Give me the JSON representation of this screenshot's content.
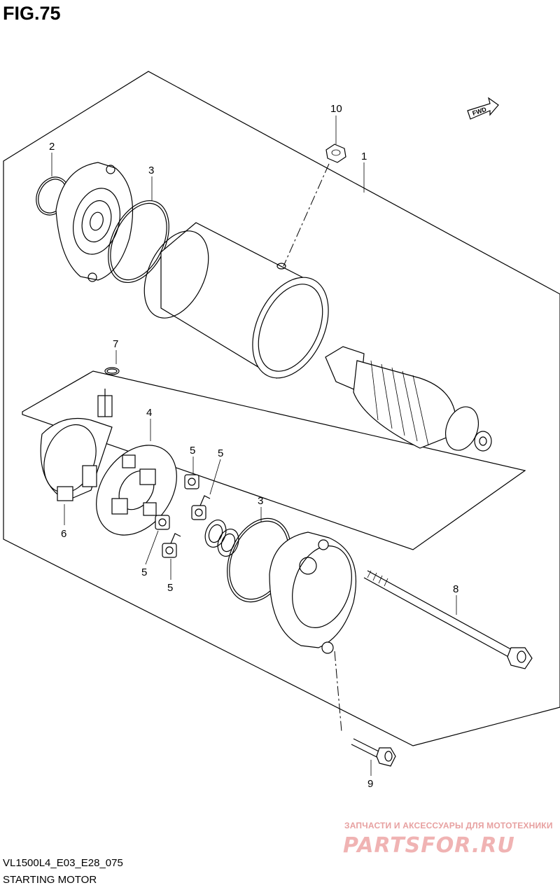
{
  "figure": {
    "title": "FIG.75"
  },
  "footer": {
    "code": "VL1500L4_E03_E28_075",
    "caption": "STARTING MOTOR"
  },
  "direction_badge": {
    "label": "FWD"
  },
  "watermark": {
    "tagline": "ЗАПЧАСТИ И АКСЕССУАРЫ ДЛЯ МОТОТЕХНИКИ",
    "logo": "PARTSFOR.RU"
  },
  "callouts": {
    "c1": "1",
    "c2": "2",
    "c3a": "3",
    "c3b": "3",
    "c4": "4",
    "c5a": "5",
    "c5b": "5",
    "c5c": "5",
    "c5d": "5",
    "c6": "6",
    "c7": "7",
    "c8": "8",
    "c9": "9",
    "c10": "10"
  },
  "colors": {
    "line": "#000000",
    "background": "#ffffff",
    "watermark": "#f0b3b3"
  }
}
